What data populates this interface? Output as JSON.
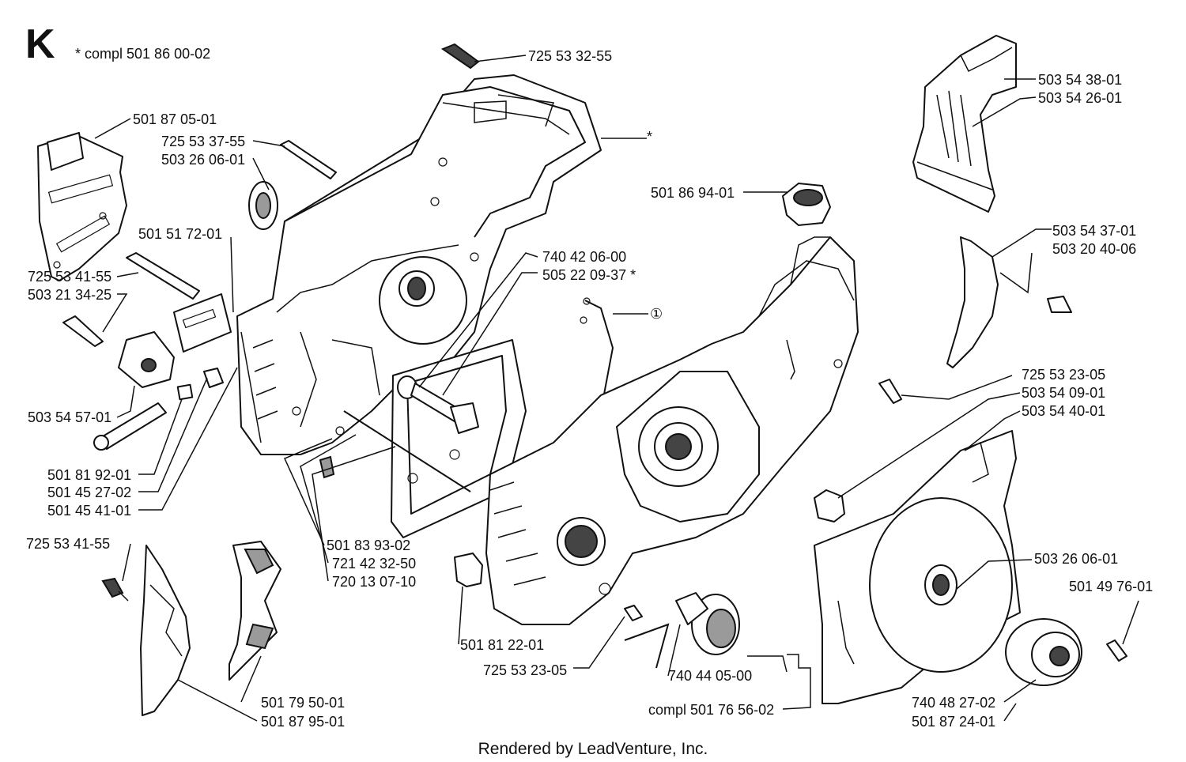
{
  "section_letter": "K",
  "compl_note": "*  compl 501 86 00-02",
  "footer": "Rendered by LeadVenture, Inc.",
  "callouts": {
    "c01": "725 53 32-55",
    "c02": "*",
    "c03": "501 87 05-01",
    "c04": "725 53 37-55",
    "c05": "503 26 06-01",
    "c06": "501 51 72-01",
    "c07": "725 53 41-55",
    "c08": "503 21 34-25",
    "c09": "503 54 57-01",
    "c10": "501 81 92-01",
    "c11": "501 45 27-02",
    "c12": "501 45 41-01",
    "c13": "740 42 06-00",
    "c14": "505 22 09-37  *",
    "c15": "①",
    "c16": "501 86 94-01",
    "c17": "503 54 38-01",
    "c18": "503 54 26-01",
    "c19": "503 54 37-01",
    "c20": "503 20 40-06",
    "c21": "725 53 23-05",
    "c22": "503 54 09-01",
    "c23": "503 54 40-01",
    "c24": "725 53 41-55",
    "c25": "501 83 93-02",
    "c26": "721 42 32-50",
    "c27": "720 13 07-10",
    "c28": "501 81 22-01",
    "c29": "725 53 23-05",
    "c30": "740 44 05-00",
    "c31": "compl 501 76 56-02",
    "c32": "503 26 06-01",
    "c33": "501 49 76-01",
    "c34": "740 48 27-02",
    "c35": "501 87 24-01",
    "c36": "501 79 50-01",
    "c37": "501 87 95-01"
  }
}
